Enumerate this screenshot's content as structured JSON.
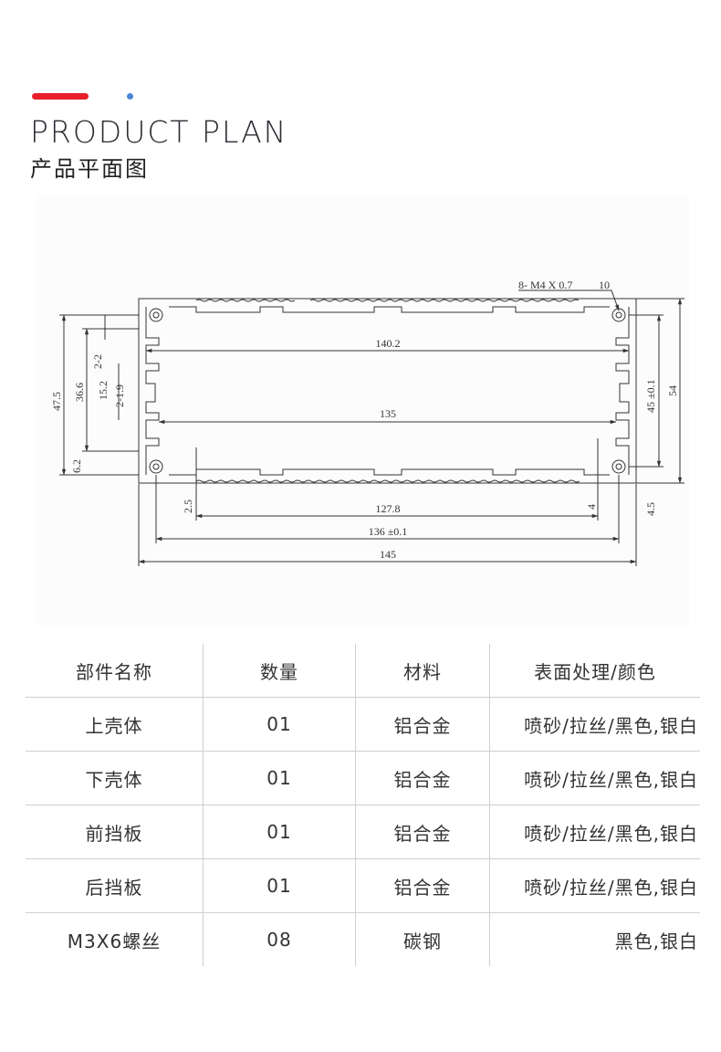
{
  "header": {
    "title_en": "PRODUCT PLAN",
    "title_cn": "产品平面图",
    "accent_colors": {
      "bar": "#e8202a",
      "dot": "#4a86d6"
    }
  },
  "drawing": {
    "hole_callout": "8- M4 X 0.7",
    "hole_depth": "10",
    "dims": {
      "inner_width": "140.2",
      "mid_width": "135",
      "slot_span": "127.8",
      "hole_pitch": "136 ±0.1",
      "overall_width": "145",
      "left_offset": "2.5",
      "right_offset": "4",
      "height_outer": "47.5",
      "height_inner": "36.6",
      "slot_top": "2-2",
      "slot_mid": "15.2",
      "slot_pair": "2-1.9",
      "bottom_offset": "6.2",
      "hole_height": "45 ±0.1",
      "total_height": "54",
      "bottom_right": "4.5"
    }
  },
  "table": {
    "headers": [
      "部件名称",
      "数量",
      "材料",
      "表面处理/颜色"
    ],
    "rows": [
      [
        "上壳体",
        "01",
        "铝合金",
        "喷砂/拉丝/黑色,银白"
      ],
      [
        "下壳体",
        "01",
        "铝合金",
        "喷砂/拉丝/黑色,银白"
      ],
      [
        "前挡板",
        "01",
        "铝合金",
        "喷砂/拉丝/黑色,银白"
      ],
      [
        "后挡板",
        "01",
        "铝合金",
        "喷砂/拉丝/黑色,银白"
      ],
      [
        "M3X6螺丝",
        "08",
        "碳钢",
        "黑色,银白"
      ]
    ]
  }
}
